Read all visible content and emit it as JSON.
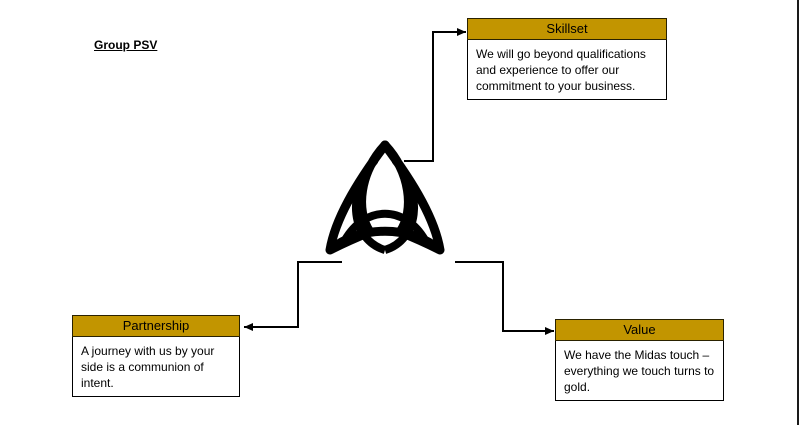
{
  "title": "Group PSV",
  "colors": {
    "header_fill": "#c29500",
    "line": "#000000"
  },
  "icon": "triquetra-icon",
  "cards": {
    "skillset": {
      "heading": "Skillset",
      "body": "We will go beyond qualifications and experience to offer our commitment to your business."
    },
    "partnership": {
      "heading": "Partnership",
      "body": "A journey with us by your side is a communion of intent."
    },
    "value": {
      "heading": "Value",
      "body": "We have the Midas touch – everything we touch turns to gold."
    }
  }
}
